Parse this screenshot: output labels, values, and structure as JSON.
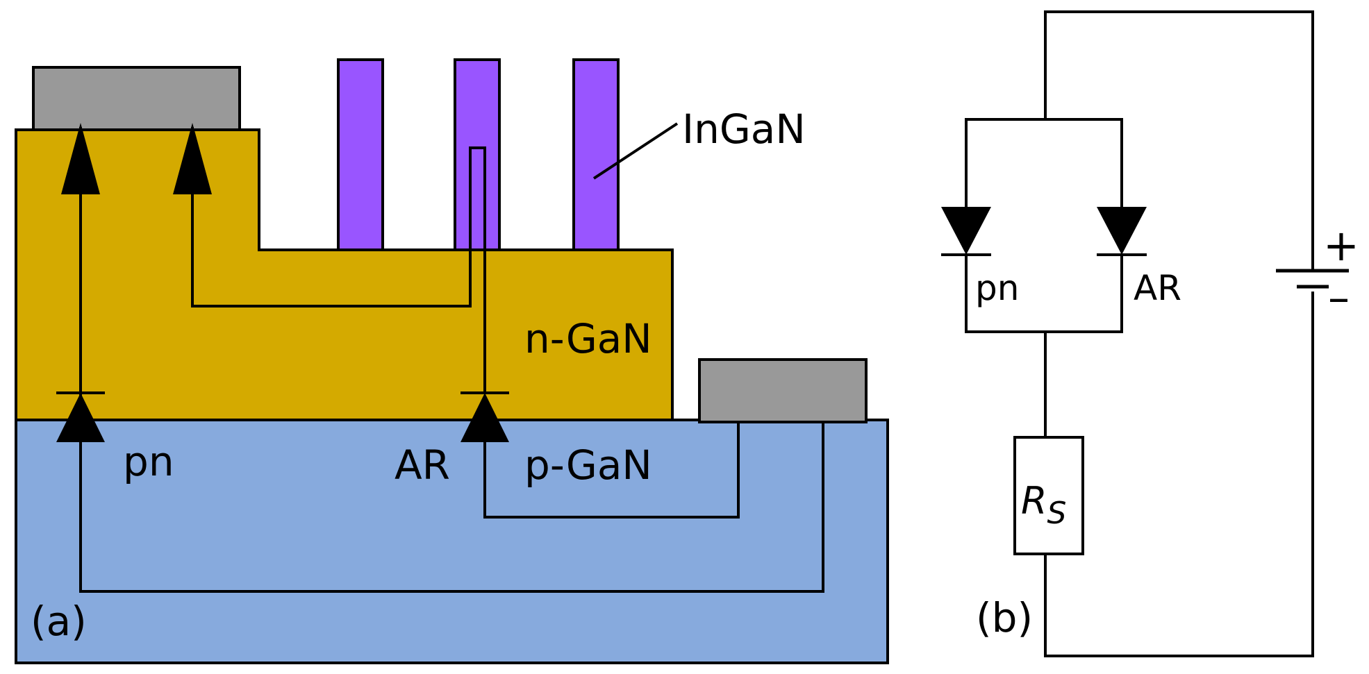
{
  "panel_a": {
    "tag": "(a)",
    "layers": {
      "p_gan": "p-GaN",
      "n_gan": "n-GaN",
      "quantum_wells": "InGaN"
    },
    "junctions": {
      "pn": "pn",
      "ar": "AR"
    },
    "colors": {
      "p_gan": "#87AADD",
      "n_gan": "#D4AA00",
      "ingan": "#9955FF",
      "contact": "#999999"
    }
  },
  "panel_b": {
    "tag": "(b)",
    "diodes": {
      "pn": "pn",
      "ar": "AR"
    },
    "resistor": {
      "symbol": "R",
      "subscript": "S"
    },
    "battery": {
      "plus": "+",
      "minus": "–"
    }
  }
}
